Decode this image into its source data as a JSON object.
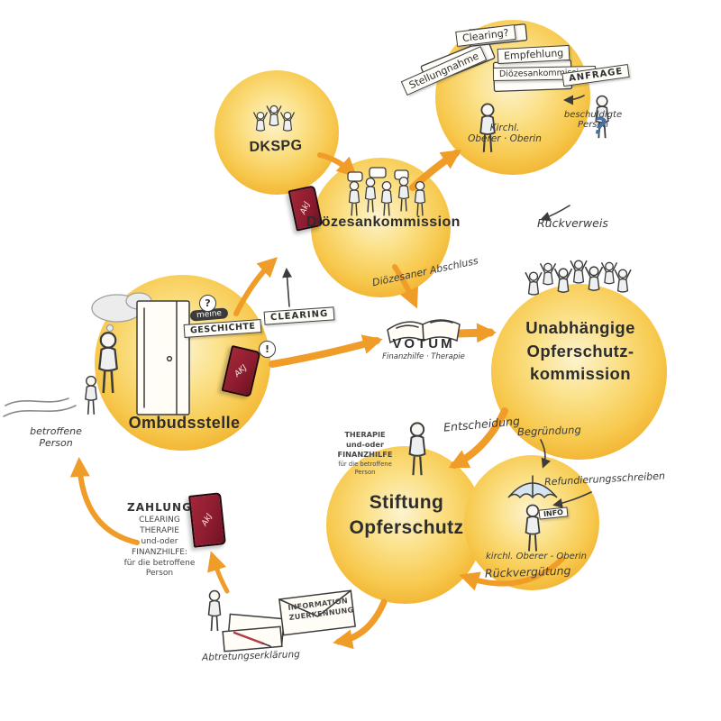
{
  "colors": {
    "circle_center": "#fdf3cf",
    "circle_edge": "#f0ab27",
    "arrow": "#ef9c28",
    "ink": "#3c3c3c",
    "book_red": "#8e1c30",
    "accent_blue": "#4a6fa5"
  },
  "dkspg": {
    "title": "DKSPG"
  },
  "top_right": {
    "sign_clearing": "Clearing?",
    "sign_stellungnahme": "Stellungnahme",
    "sign_empfehlung": "Empfehlung",
    "sign_dioezesankommission": "Diözesankommission",
    "caption": [
      "Kirchl.",
      "Oberer · Oberin"
    ]
  },
  "anfrage": {
    "sign": "ANFRAGE",
    "caption": [
      "beschuldigte",
      "Person"
    ],
    "question_mark": "?"
  },
  "dioezesankommission": {
    "title": "Diözesankommission",
    "book_label": "AkJ",
    "rueckverweis": "Rückverweis",
    "abschluss": "Diözesaner Abschluss"
  },
  "ombudsstelle": {
    "title": "Ombudsstelle",
    "bubble_meine": "meine",
    "sign_geschichte": "GESCHICHTE",
    "sign_clearing": "CLEARING",
    "bubble_question": "?",
    "bubble_exclaim": "!",
    "book_label": "AKJ",
    "betroffene_caption": [
      "betroffene",
      "Person"
    ]
  },
  "votum": {
    "title": "VOTUM",
    "subtitle": "Finanzhilfe · Therapie"
  },
  "opferschutzkommission": {
    "title": [
      "Unabhängige",
      "Opferschutz-",
      "kommission"
    ]
  },
  "entscheidung_label": "Entscheidung",
  "begruendung_label": "Begründung",
  "stiftung": {
    "title": [
      "Stiftung",
      "Opferschutz"
    ],
    "leistungen": [
      "THERAPIE",
      "und-oder",
      "FINANZHILFE"
    ],
    "leistungen_note": "für die betroffene Person"
  },
  "refundierung": {
    "schreiben_label": "Refundierungsschreiben",
    "info_sign": "INFO",
    "caption": "kirchl. Oberer - Oberin",
    "rueckverguetung": "Rückvergütung"
  },
  "zahlung": {
    "title": "ZAHLUNG",
    "lines": [
      "CLEARING",
      "THERAPIE",
      "und-oder",
      "FINANZHILFE:",
      "für die betroffene Person"
    ],
    "book_label": "AkJ"
  },
  "abtretung": {
    "envelope": [
      "INFORMATION",
      "ZUERKENNUNG"
    ],
    "caption": "Abtretungserklärung"
  }
}
